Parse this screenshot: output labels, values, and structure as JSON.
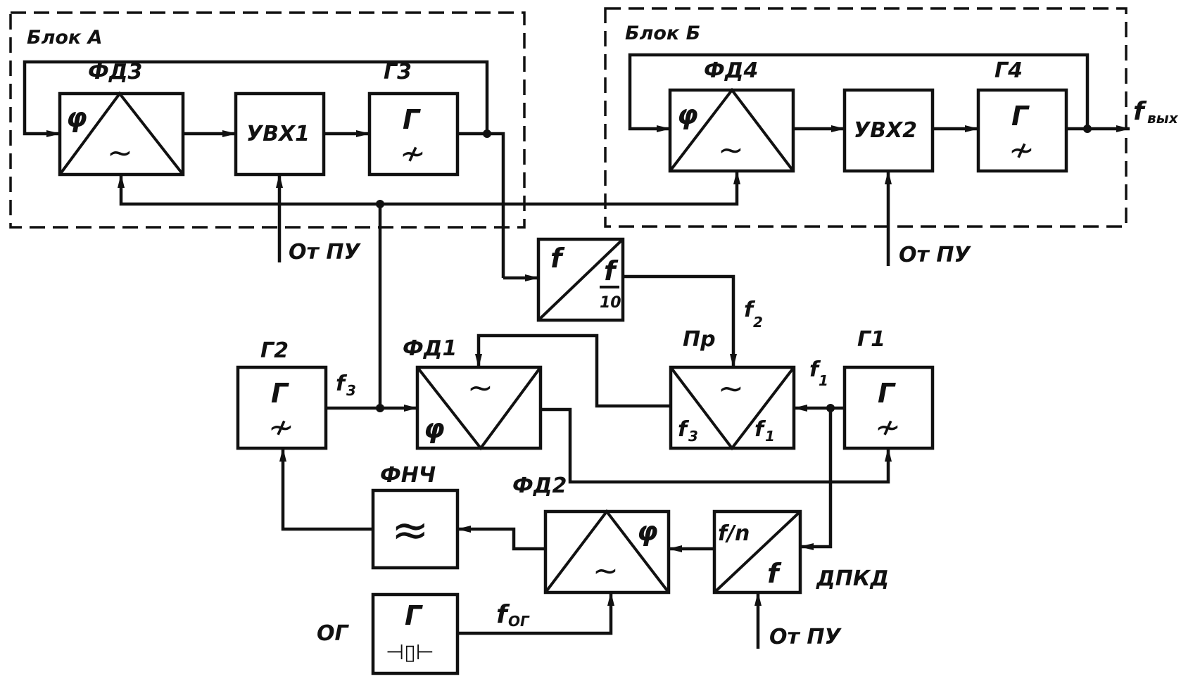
{
  "block_a": {
    "title": "Блок  А"
  },
  "block_b": {
    "title": "Блок  Б"
  },
  "fd3": {
    "label": "ФД3",
    "phi": "φ",
    "tilde": "∼"
  },
  "uvx1": {
    "label": "УВХ1"
  },
  "g3": {
    "label": "Г3",
    "g": "Г",
    "tilde": "≁"
  },
  "fd4": {
    "label": "ФД4",
    "phi": "φ",
    "tilde": "∼"
  },
  "uvx2": {
    "label": "УВХ2"
  },
  "g4": {
    "label": "Г4",
    "g": "Г",
    "tilde": "≁"
  },
  "output": {
    "f": "f",
    "sub": "вых"
  },
  "from_pu": "От  ПУ",
  "divider": {
    "f_in": "f",
    "f_num": "f",
    "f_den": "10"
  },
  "f2": {
    "f": "f",
    "sub": "2"
  },
  "pr": {
    "label": "Пр",
    "tilde": "∼",
    "f3": "f",
    "f3_sub": "3",
    "f1": "f",
    "f1_sub": "1"
  },
  "f1_label": {
    "f": "f",
    "sub": "1"
  },
  "g1": {
    "label": "Г1",
    "g": "Г",
    "tilde": "≁"
  },
  "g2": {
    "label": "Г2",
    "g": "Г",
    "tilde": "≁"
  },
  "f3_label": {
    "f": "f",
    "sub": "3"
  },
  "fd1": {
    "label": "ФД1",
    "phi": "φ",
    "tilde": "∼"
  },
  "fnch": {
    "label": "ФНЧ",
    "symbol": "≈"
  },
  "fd2": {
    "label": "ФД2",
    "phi": "φ",
    "tilde": "∼"
  },
  "dpkd": {
    "label": "ДПКД",
    "top": "f/n",
    "bottom": "f"
  },
  "og": {
    "label": "ОГ",
    "g": "Г",
    "crystal": "⊣▯⊢"
  },
  "f_og": {
    "f": "f",
    "sub": "ОГ"
  }
}
